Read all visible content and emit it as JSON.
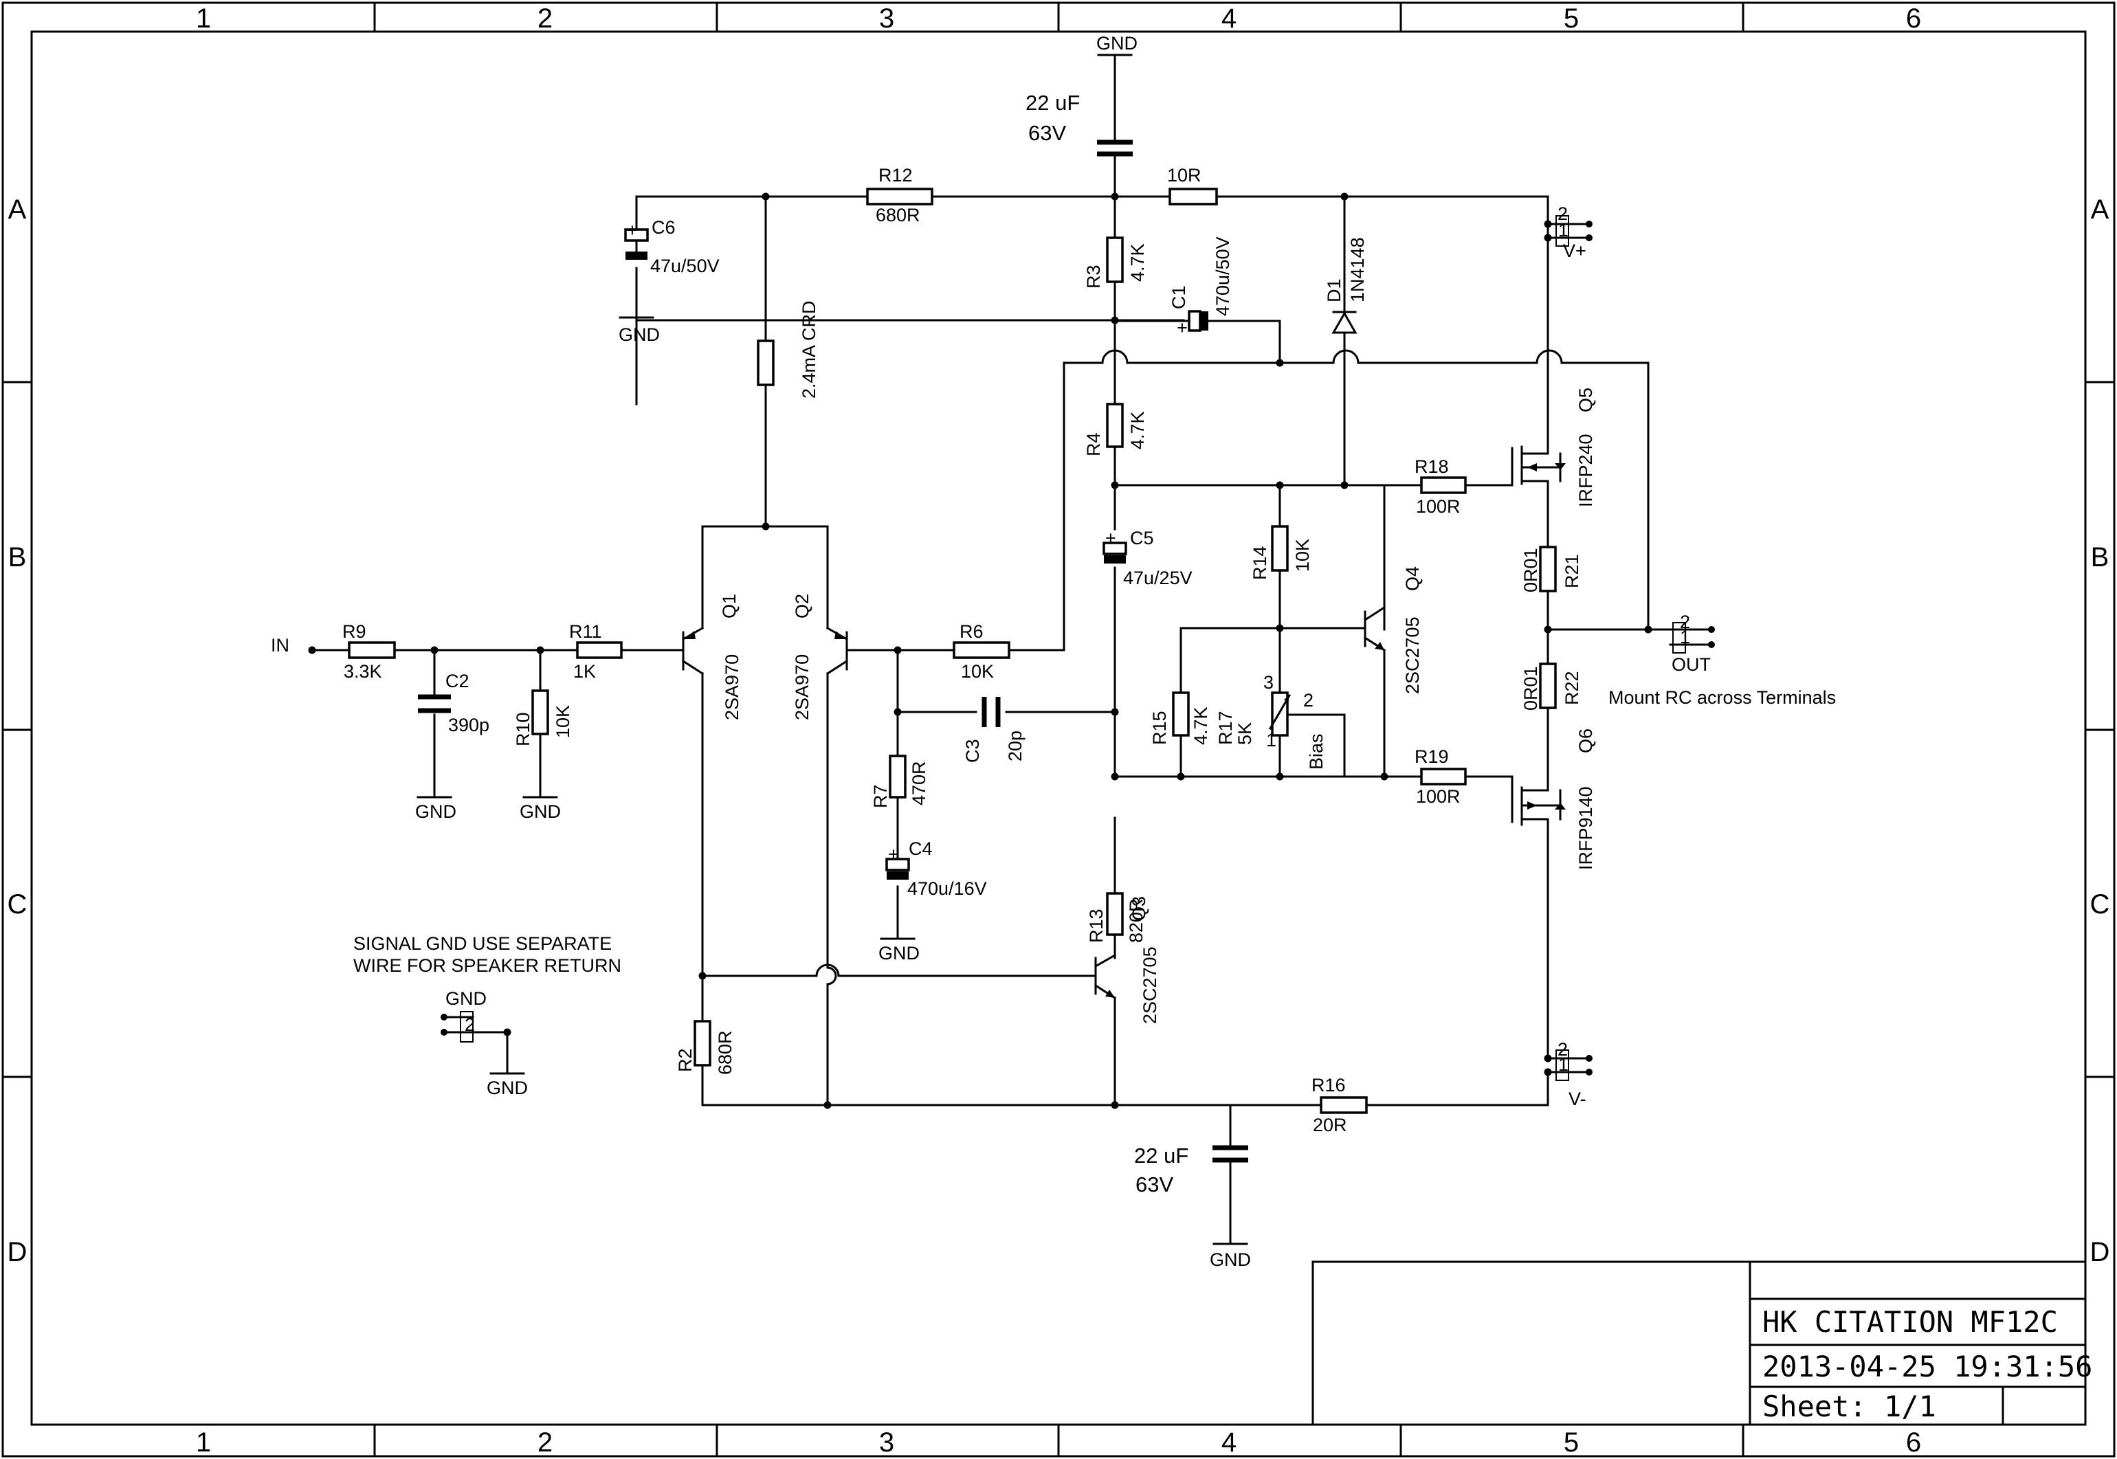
{
  "title_block": {
    "title": "HK CITATION MF12C",
    "date": "2013-04-25 19:31:56",
    "sheet": "Sheet: 1/1"
  },
  "zones": {
    "cols": [
      "1",
      "2",
      "3",
      "4",
      "5",
      "6"
    ],
    "rows": [
      "A",
      "B",
      "C",
      "D"
    ]
  },
  "notes": {
    "signal_gnd_1": "SIGNAL GND USE SEPARATE",
    "signal_gnd_2": "WIRE FOR SPEAKER RETURN",
    "mount_rc": "Mount RC across Terminals"
  },
  "nets": {
    "gnd": "GND",
    "in": "IN",
    "out": "OUT",
    "vplus": "V+",
    "vminus": "V-"
  },
  "components": {
    "c_top": {
      "value": "22 uF",
      "voltage": "63V"
    },
    "c_bot": {
      "value": "22 uF",
      "voltage": "63V"
    },
    "r12": {
      "ref": "R12",
      "value": "680R"
    },
    "r_10r": {
      "value": "10R"
    },
    "c6": {
      "ref": "C6",
      "value": "47u/50V"
    },
    "crd": {
      "value": "2.4mA CRD"
    },
    "r3": {
      "ref": "R3",
      "value": "4.7K"
    },
    "c1": {
      "ref": "C1",
      "value": "470u/50V"
    },
    "d1": {
      "ref": "D1",
      "value": "1N4148"
    },
    "r4": {
      "ref": "R4",
      "value": "4.7K"
    },
    "q5": {
      "ref": "Q5",
      "value": "IRFP240"
    },
    "r18": {
      "ref": "R18",
      "value": "100R"
    },
    "c5": {
      "ref": "C5",
      "value": "47u/25V"
    },
    "r14": {
      "ref": "R14",
      "value": "10K"
    },
    "q4": {
      "ref": "Q4",
      "value": "2SC2705"
    },
    "r21": {
      "ref": "R21",
      "value": "0R01"
    },
    "r22": {
      "ref": "R22",
      "value": "0R01"
    },
    "q6": {
      "ref": "Q6",
      "value": "IRFP9140"
    },
    "r19": {
      "ref": "R19",
      "value": "100R"
    },
    "r9": {
      "ref": "R9",
      "value": "3.3K"
    },
    "c2": {
      "ref": "C2",
      "value": "390p"
    },
    "r11": {
      "ref": "R11",
      "value": "1K"
    },
    "r10": {
      "ref": "R10",
      "value": "10K"
    },
    "q1": {
      "ref": "Q1",
      "value": "2SA970"
    },
    "q2": {
      "ref": "Q2",
      "value": "2SA970"
    },
    "r6": {
      "ref": "R6",
      "value": "10K"
    },
    "c3": {
      "ref": "C3",
      "value": "20p"
    },
    "r7": {
      "ref": "R7",
      "value": "470R"
    },
    "c4": {
      "ref": "C4",
      "value": "470u/16V"
    },
    "r15": {
      "ref": "R15",
      "value": "4.7K"
    },
    "r17": {
      "ref": "R17",
      "value": "5K",
      "wiper": "Bias"
    },
    "r13": {
      "ref": "R13",
      "value": "820R"
    },
    "q3": {
      "ref": "Q3",
      "value": "2SC2705"
    },
    "r2": {
      "ref": "R2",
      "value": "680R"
    },
    "r16": {
      "ref": "R16",
      "value": "20R"
    }
  },
  "pins": {
    "p1": "1",
    "p2": "2",
    "p3": "3"
  }
}
